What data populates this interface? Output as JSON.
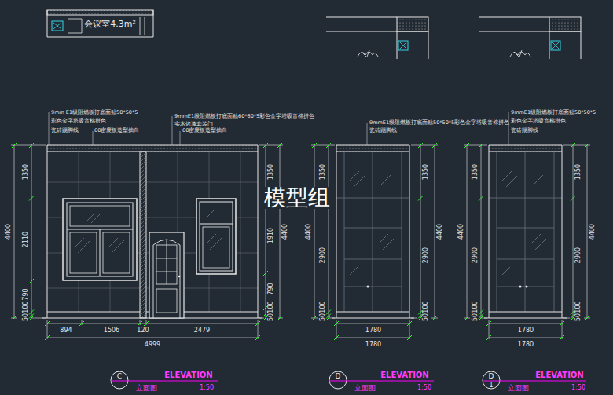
{
  "diagram": {
    "labels": [
      "会议室4.3m²",
      "9mm E1级阻燃板打底面贴50*50*5",
      "彩色金字塔吸音棉拼色",
      "瓷砖踢脚线",
      "60密度板造型抽白",
      "9mmE1级阻燃板打底面贴60*60*5彩色金字塔吸音棉拼色",
      "实木烤漆套装门",
      "60密度板造型抽白",
      "1350",
      "2110",
      "790",
      "100",
      "50",
      "4400",
      "1350",
      "1910",
      "4400",
      "790",
      "100",
      "50",
      "894",
      "1506",
      "120",
      "2479",
      "4999",
      "1350",
      "4400",
      "2900",
      "100",
      "50",
      "1350",
      "4400",
      "2900",
      "100",
      "50",
      "1780",
      "1780",
      "1350",
      "4400",
      "2900",
      "100",
      "50",
      "1350",
      "4400",
      "2900",
      "100",
      "50",
      "1780",
      "1780",
      "9mmE1级阻燃板打底面贴50*50*5彩色金字塔吸音棉拼色",
      "瓷砖踢脚线",
      "9mmE1级阻燃板打底面贴50*50*5",
      "彩色金字塔吸音棉拼色",
      "瓷砖踢脚线",
      "C",
      "ELEVATION",
      "立面图",
      "1:50",
      "D",
      "ELEVATION",
      "立面图",
      "1:50",
      "D",
      "1",
      "ELEVATION",
      "立面图",
      "1:50",
      "模型组"
    ]
  }
}
